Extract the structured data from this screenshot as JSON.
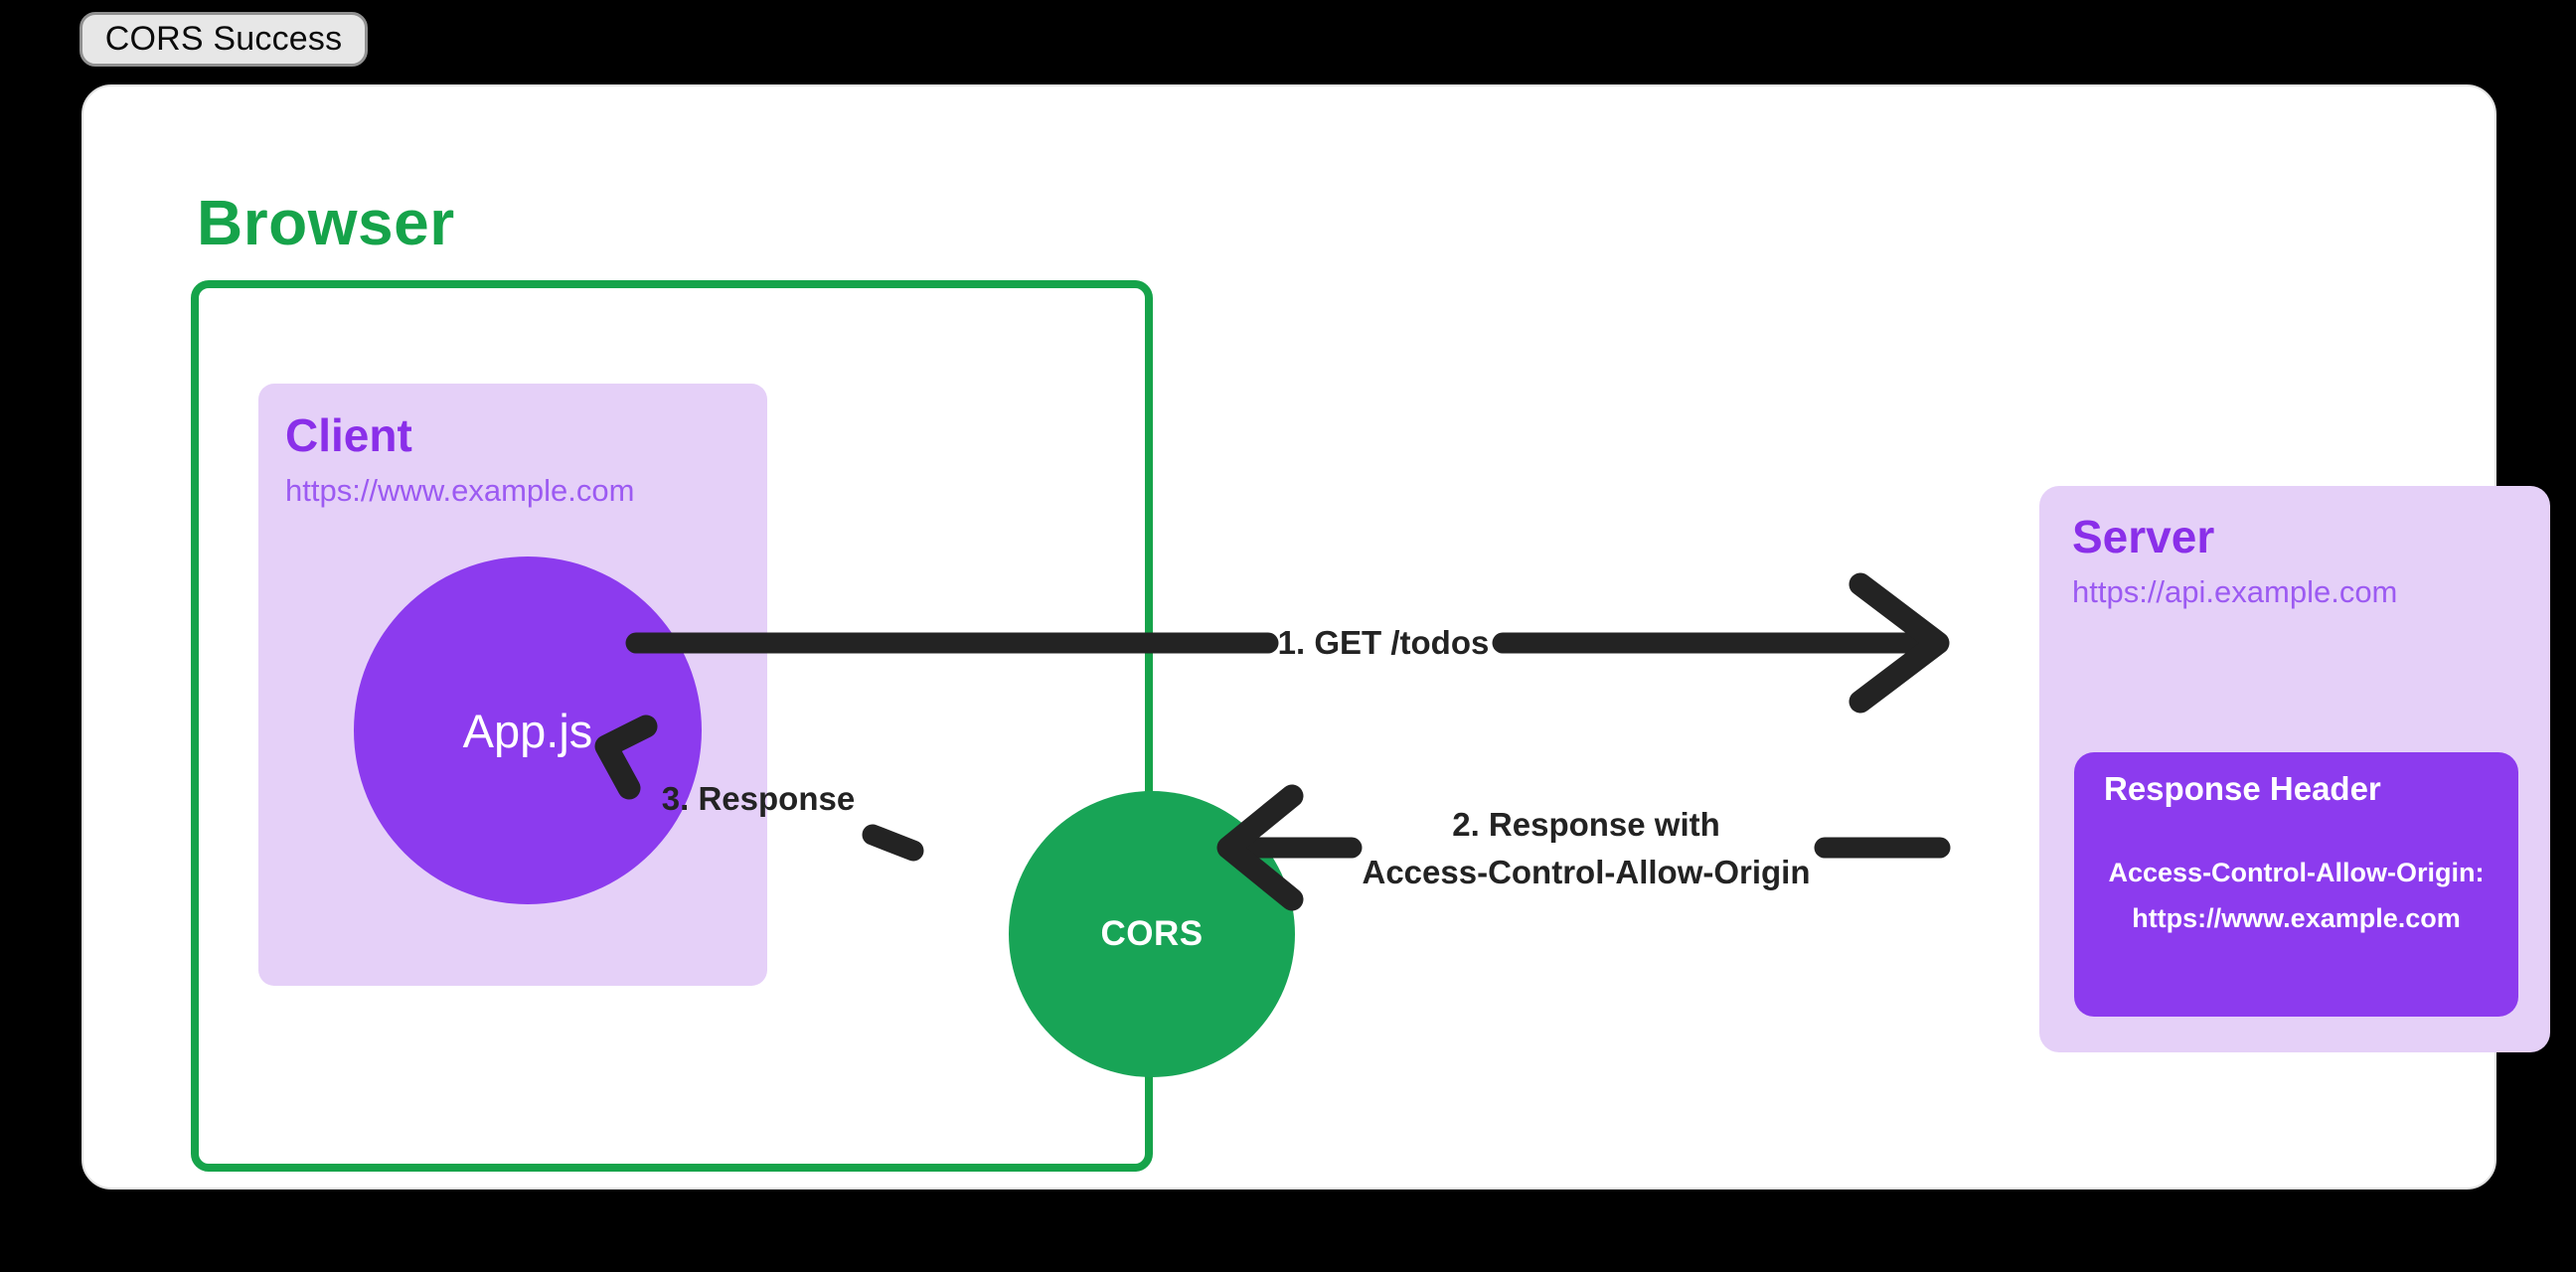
{
  "tab": {
    "label": "CORS Success"
  },
  "browser": {
    "title": "Browser"
  },
  "client": {
    "title": "Client",
    "url": "https://www.example.com",
    "app_label": "App.js"
  },
  "cors": {
    "label": "CORS"
  },
  "server": {
    "title": "Server",
    "url": "https://api.example.com",
    "response_header": {
      "title": "Response Header",
      "line1": "Access-Control-Allow-Origin:",
      "line2": "https://www.example.com"
    }
  },
  "arrows": {
    "step1_label": "1. GET /todos",
    "step2_label_line1": "2. Response with",
    "step2_label_line2": "Access-Control-Allow-Origin",
    "step3_label": "3. Response"
  },
  "colors": {
    "background": "#000000",
    "card": "#FFFFFF",
    "green": "#16A34A",
    "purple": "#8C3BEE",
    "lavender": "#E5D0F8",
    "purple_heading": "#8A2FE9",
    "purple_url": "#9C5AF2",
    "arrow": "#232323",
    "chip_bg": "#E7E7E7"
  }
}
